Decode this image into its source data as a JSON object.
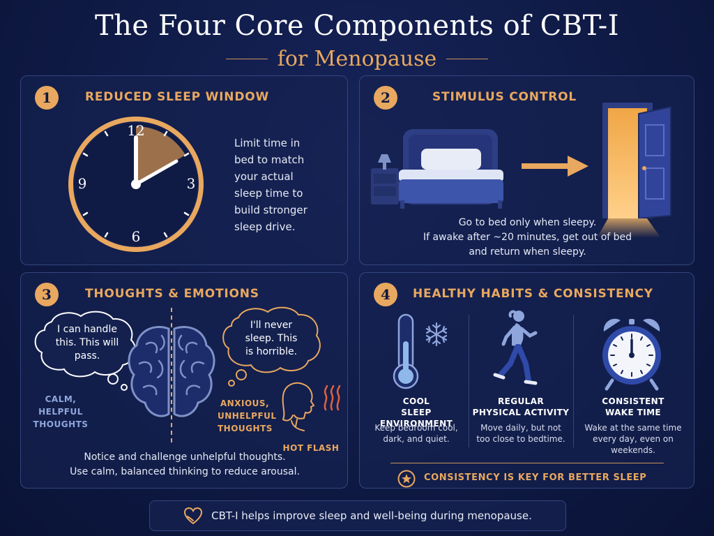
{
  "header": {
    "title": "The Four Core Components of CBT-I",
    "subtitle": "for Menopause"
  },
  "panels": [
    {
      "number": "1",
      "title": "REDUCED SLEEP WINDOW",
      "text_lines": [
        "Limit time in",
        "bed to match",
        "your actual",
        "sleep time to",
        "build stronger",
        "sleep drive."
      ],
      "clock_numbers": [
        "12",
        "3",
        "6",
        "9"
      ]
    },
    {
      "number": "2",
      "title": "STIMULUS CONTROL",
      "text_lines": [
        "Go to bed only when sleepy.",
        "If awake after ~20 minutes, get out of bed",
        "and return when sleepy."
      ]
    },
    {
      "number": "3",
      "title": "THOUGHTS & EMOTIONS",
      "calm_bubble_lines": [
        "I can handle",
        "this. This will",
        "pass."
      ],
      "anxious_bubble_lines": [
        "I'll never",
        "sleep. This",
        "is horrible."
      ],
      "calm_label_lines": [
        "CALM,",
        "HELPFUL",
        "THOUGHTS"
      ],
      "anxious_label_lines": [
        "ANXIOUS,",
        "UNHELPFUL",
        "THOUGHTS"
      ],
      "hot_flash_label": "HOT FLASH",
      "text_lines": [
        "Notice and challenge unhelpful thoughts.",
        "Use calm, balanced thinking to reduce arousal."
      ]
    },
    {
      "number": "4",
      "title": "HEALTHY HABITS & CONSISTENCY",
      "habits": [
        {
          "title_lines": [
            "COOL",
            "SLEEP ENVIRONMENT"
          ],
          "desc_lines": [
            "Keep bedroom cool,",
            "dark, and quiet."
          ]
        },
        {
          "title_lines": [
            "REGULAR",
            "PHYSICAL ACTIVITY"
          ],
          "desc_lines": [
            "Move daily, but not",
            "too close to bedtime."
          ]
        },
        {
          "title_lines": [
            "CONSISTENT",
            "WAKE TIME"
          ],
          "desc_lines": [
            "Wake at the same time",
            "every day, even on",
            "weekends."
          ]
        }
      ],
      "banner": "CONSISTENCY IS KEY FOR BETTER SLEEP"
    }
  ],
  "footer": {
    "text": "CBT-I helps improve sleep and well-being during menopause."
  },
  "icons": {
    "clock": "clock-icon",
    "bed": "bed-icon",
    "arrow": "arrow-right-icon",
    "door": "open-door-icon",
    "brain": "brain-icon",
    "woman": "woman-profile-icon",
    "heat": "heat-waves-icon",
    "thermometer": "thermometer-icon",
    "snowflake": "snowflake-icon",
    "runner": "runner-icon",
    "alarm": "alarm-clock-icon",
    "star": "star-icon",
    "heart": "heart-hand-icon"
  },
  "colors": {
    "accent": "#e9a85f",
    "background": "#0f1a45",
    "panel_border": "#34457e",
    "calm_label": "#8fa6dc"
  }
}
